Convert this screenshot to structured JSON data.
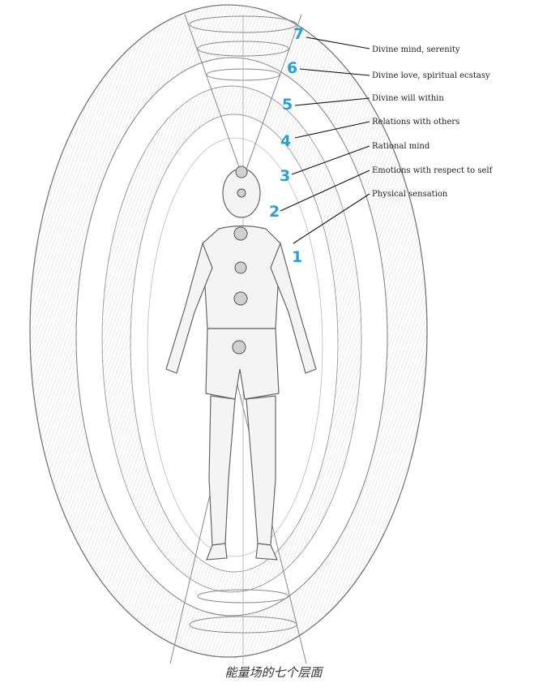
{
  "layers": [
    {
      "number": "7",
      "label": "Divine mind, serenity"
    },
    {
      "number": "6",
      "label": "Divine love, spiritual ecstasy"
    },
    {
      "number": "5",
      "label": "Divine will within"
    },
    {
      "number": "4",
      "label": "Relations with others"
    },
    {
      "number": "3",
      "label": "Rational mind"
    },
    {
      "number": "2",
      "label": "Emotions with respect to self"
    },
    {
      "number": "1",
      "label": "Physical sensation"
    }
  ],
  "caption": "能量场的七个层面",
  "colors": {
    "number": "#2a9fd8",
    "line": "#111111",
    "sketch": "#888888"
  }
}
